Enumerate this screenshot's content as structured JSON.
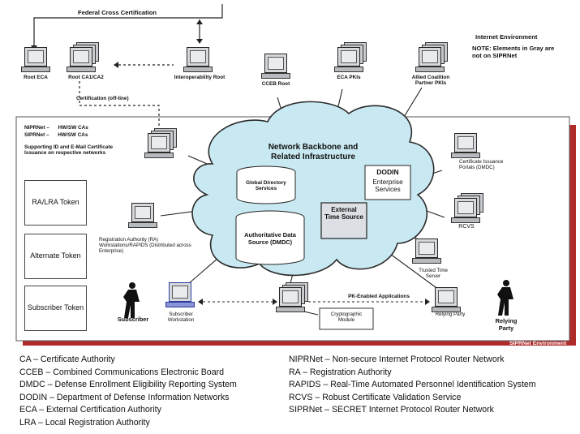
{
  "labels": {
    "federal_cross": "Federal Cross Certification",
    "internet_env": "Internet Environment",
    "note": "NOTE: Elements in Gray are not on SIPRNet",
    "root_eca": "Root ECA",
    "root_ca": "Root CA1/CA2",
    "interop_root": "Interoperability Root",
    "cceb_root": "CCEB Root",
    "eca_pkis": "ECA PKIs",
    "allied": "Allied Coalition Partner PKIs",
    "cert_offline": "Certification (off-line)",
    "niprnet_cas": "NIPRNet –      HW/SW CAs",
    "siprnet_cas": "SIPRNet –      HW/SW CAs",
    "supporting": "Supporting ID and E-Mail Certificate Issuance on respective networks",
    "backbone": "Network Backbone and Related Infrastructure",
    "global_dir": "Global Directory Services",
    "dodin": "DODIN",
    "enterprise": "Enterprise Services",
    "cert_portals": "Certificate Issuance Portals (DMDC)",
    "external_time": "External Time Source",
    "auth_data": "Authoritative Data Source (DMDC)",
    "ra_ws": "Registration Authority (RA) Workstations/RAPIDS (Distributed across Enterprise)",
    "rcvs": "RCVS",
    "trusted_time": "Trusted Time Server",
    "pk_apps": "PK-Enabled Applications",
    "crypto_module": "Cryptographic Module",
    "relying_party": "Relying Party",
    "relying_party2": "Relying Party",
    "subscriber": "Subscriber",
    "subscriber_ws": "Subscriber Workstation",
    "siprnet_env": "SIPRNet Environment"
  },
  "tokens": [
    "RA/LRA Token",
    "Alternate Token",
    "Subscriber Token"
  ],
  "legend_left": [
    "CA – Certificate Authority",
    "CCEB – Combined Communications Electronic Board",
    "DMDC – Defense Enrollment Eligibility Reporting System",
    "DODIN – Department of Defense Information Networks",
    "ECA – External Certification Authority",
    "LRA – Local Registration Authority"
  ],
  "legend_right": [
    "NIPRNet – Non-secure Internet Protocol Router Network",
    "RA – Registration Authority",
    "RAPIDS – Real-Time Automated Personnel Identification System",
    "RCVS – Robust Certificate Validation Service",
    "SIPRNet – SECRET Internet Protocol Router Network"
  ],
  "colors": {
    "siprnet_border": "#b02a2a",
    "cloud_fill": "#c9e9f2",
    "cloud_stroke": "#2b2b2b"
  }
}
